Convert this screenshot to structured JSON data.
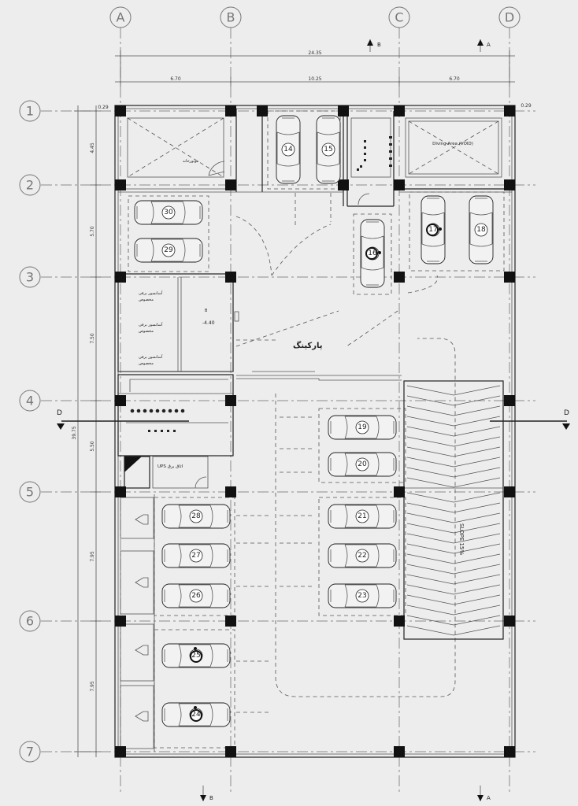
{
  "grid": {
    "columns": [
      "A",
      "B",
      "C",
      "D"
    ],
    "rows": [
      "1",
      "2",
      "3",
      "4",
      "5",
      "6",
      "7"
    ]
  },
  "dimensions": {
    "overall_width": "24.35",
    "col_spans": [
      "6.70",
      "10.25",
      "6.70"
    ],
    "overall_height": "39.75",
    "row_spans": [
      "4.45",
      "5.70",
      "7.50",
      "5.50",
      "7.95",
      "7.95"
    ],
    "edge_offset_left": "0.29",
    "edge_offset_right": "0.29"
  },
  "sections": {
    "top_b": "B",
    "top_a": "A",
    "bottom_b": "B",
    "bottom_a": "A",
    "left_d": "D",
    "right_d": "D"
  },
  "labels": {
    "parking": "پارکینگ",
    "void": "Diving Area (VOID)",
    "slope": "SLOPE 15%",
    "level": "-4.40",
    "ups": "UPS اتاق برق",
    "room_b": "B"
  },
  "cars": [
    {
      "num": "14",
      "orient": "v",
      "accessible": false
    },
    {
      "num": "15",
      "orient": "v",
      "accessible": false
    },
    {
      "num": "17",
      "orient": "v",
      "accessible": true
    },
    {
      "num": "18",
      "orient": "v",
      "accessible": false
    },
    {
      "num": "30",
      "orient": "h",
      "accessible": false
    },
    {
      "num": "29",
      "orient": "h",
      "accessible": false
    },
    {
      "num": "16",
      "orient": "v",
      "accessible": true
    },
    {
      "num": "19",
      "orient": "h",
      "accessible": false
    },
    {
      "num": "20",
      "orient": "h",
      "accessible": false
    },
    {
      "num": "21",
      "orient": "h",
      "accessible": false
    },
    {
      "num": "22",
      "orient": "h",
      "accessible": false
    },
    {
      "num": "23",
      "orient": "h",
      "accessible": false
    },
    {
      "num": "28",
      "orient": "h",
      "accessible": false
    },
    {
      "num": "27",
      "orient": "h",
      "accessible": false
    },
    {
      "num": "26",
      "orient": "h",
      "accessible": false
    },
    {
      "num": "25",
      "orient": "h",
      "accessible": true
    },
    {
      "num": "24",
      "orient": "h",
      "accessible": true
    }
  ]
}
